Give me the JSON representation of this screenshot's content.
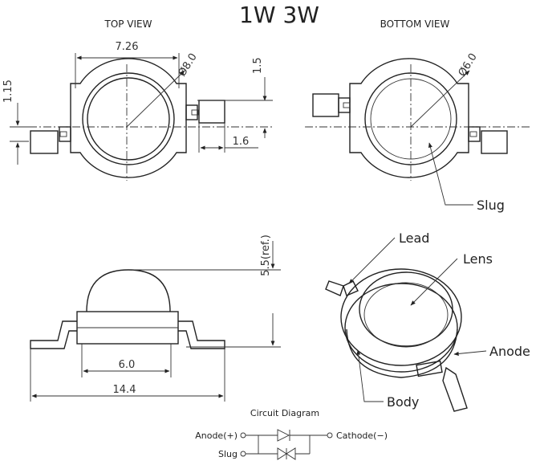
{
  "header": {
    "title": "1W  3W",
    "top_view": "TOP VIEW",
    "bottom_view": "BOTTOM VIEW"
  },
  "dimensions": {
    "width_top": "7.26",
    "diameter_lens": "Ø8.0",
    "height_right": "1.5",
    "left_offset": "1.15",
    "lead_width": "1.6",
    "diameter_slug": "Ø6.0",
    "height_ref": "5.5(ref.)",
    "body_width": "6.0",
    "total_width": "14.4"
  },
  "labels": {
    "slug": "Slug",
    "lead": "Lead",
    "lens": "Lens",
    "anode": "Anode",
    "body": "Body"
  },
  "circuit": {
    "title": "Circuit Diagram",
    "anode": "Anode(+)",
    "cathode": "Cathode(−)",
    "slug": "Slug"
  }
}
